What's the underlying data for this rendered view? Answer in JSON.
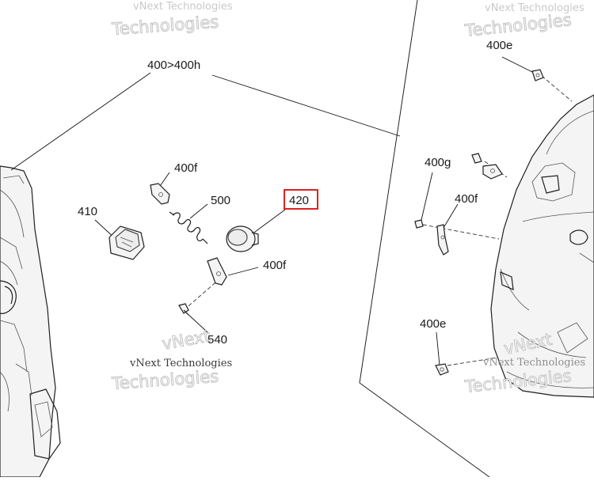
{
  "callouts": {
    "c400h": "400>400h",
    "c400f_top": "400f",
    "c410": "410",
    "c500": "500",
    "c420": "420",
    "c400f_mid": "400f",
    "c540": "540",
    "c400e_top": "400e",
    "c400g": "400g",
    "c400f_right": "400f",
    "c400e_bottom": "400e"
  },
  "highlight": {
    "label": "420",
    "color": "#e02020"
  },
  "watermark": {
    "company": "vNext Technologies",
    "word": "Technologies",
    "prefix": "vNext"
  },
  "colors": {
    "line": "#1f1f1f",
    "part_fill": "#f4f4f4",
    "watermark": "#c4c4c4"
  }
}
